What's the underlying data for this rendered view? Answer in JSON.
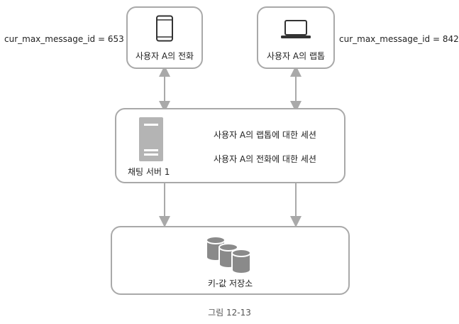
{
  "devices": {
    "phone": {
      "label": "사용자 A의 전화",
      "cur_max": "cur_max_message_id = 653",
      "icon": "phone-icon"
    },
    "laptop": {
      "label": "사용자 A의 랩톱",
      "cur_max": "cur_max_message_id = 842",
      "icon": "laptop-icon"
    }
  },
  "server": {
    "label": "채팅 서버 1",
    "sessions": [
      "사용자 A의 랩톱에 대한 세션",
      "사용자 A의 전화에 대한 세션"
    ],
    "icon": "server-icon"
  },
  "store": {
    "label": "키-값 저장소",
    "icon": "database-icon"
  },
  "caption": "그림 12-13",
  "colors": {
    "border": "#a9a9a9",
    "arrow": "#a9a9a9",
    "icon": "#555555"
  }
}
